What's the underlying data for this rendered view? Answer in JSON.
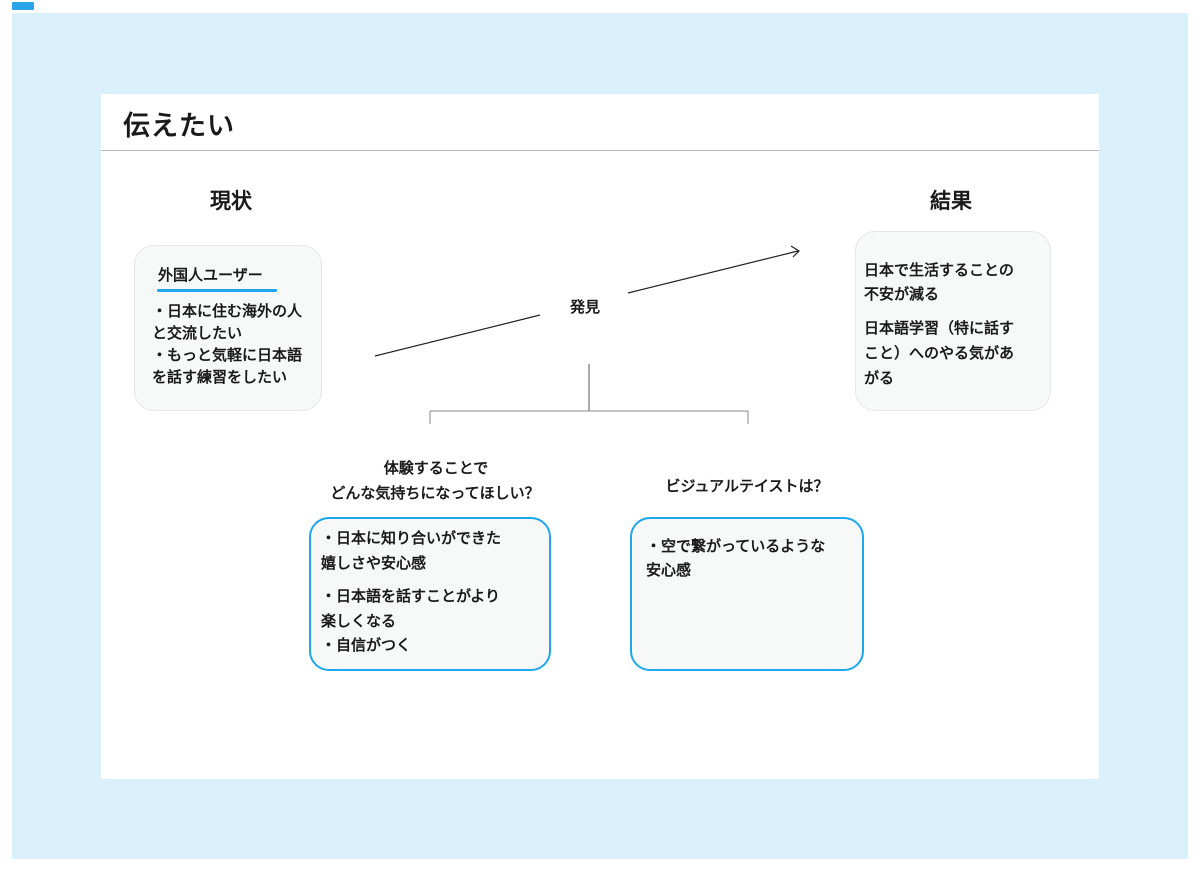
{
  "board": {
    "title": "伝えたい"
  },
  "current": {
    "heading": "現状",
    "card_title": "外国人ユーザー",
    "lines": [
      "・日本に住む海外の人",
      "と交流したい",
      "・もっと気軽に日本語",
      "を話す練習をしたい"
    ]
  },
  "discovery": {
    "label": "発見"
  },
  "result": {
    "heading": "結果",
    "lines_a": [
      "日本で生活することの",
      "不安が減る"
    ],
    "lines_b": [
      "日本語学習（特に話す",
      "こと）へのやる気があ",
      "がる"
    ]
  },
  "experience": {
    "question": [
      "体験することで",
      "どんな気持ちになってほしい？"
    ],
    "lines_a": [
      "・日本に知り合いができた",
      "嬉しさや安心感"
    ],
    "lines_b": [
      "・日本語を話すことがより",
      "楽しくなる",
      "・自信がつく"
    ]
  },
  "visual_taste": {
    "question": "ビジュアルテイストは？",
    "lines": [
      "・空で繋がっているような",
      "安心感"
    ]
  },
  "colors": {
    "accent": "#1ea7ec",
    "canvas": "#daf1fc",
    "card": "#f7f8f8"
  }
}
